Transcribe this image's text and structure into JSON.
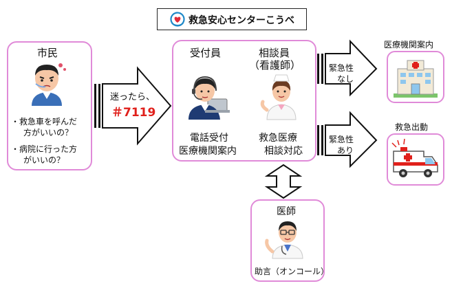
{
  "title": {
    "text": "救急安心センターこうべ"
  },
  "citizen": {
    "label": "市民",
    "q1_line1": "・救急車を呼んだ",
    "q1_line2": "方がいいの？",
    "q2_line1": "・病院に行った方",
    "q2_line2": "がいいの？"
  },
  "call_arrow": {
    "line1": "迷ったら、",
    "number": "＃7119"
  },
  "center": {
    "receptionist_title": "受付員",
    "consultant_title": "相談員",
    "consultant_subtitle": "（看護師）",
    "receptionist_role_line1": "電話受付",
    "receptionist_role_line2": "医療機関案内",
    "consultant_role_line1": "救急医療",
    "consultant_role_line2": "相談対応"
  },
  "routes": {
    "non_urgent": {
      "line1": "緊急性",
      "line2": "なし",
      "destination": "医療機関案内"
    },
    "urgent": {
      "line1": "緊急性",
      "line2": "あり",
      "destination": "救急出動"
    }
  },
  "doctor": {
    "label": "医師",
    "role": "助言（オンコール）"
  },
  "colors": {
    "accent_pink": "#e08ad8",
    "number_red": "#e0201b",
    "logo_red": "#e02a3a",
    "logo_blue": "#1e88c8"
  },
  "icons": [
    "heart-logo-icon",
    "worried-citizen-icon",
    "receptionist-headset-icon",
    "nurse-icon",
    "hospital-icon",
    "ambulance-icon",
    "doctor-icon"
  ]
}
